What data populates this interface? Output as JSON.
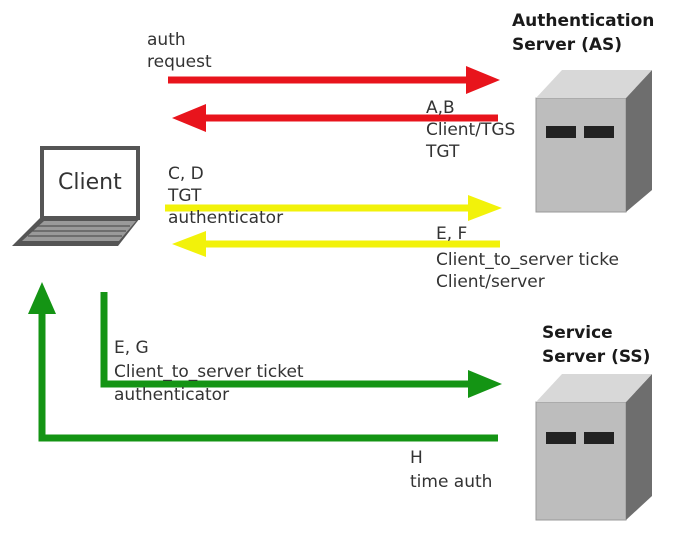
{
  "servers": {
    "as": {
      "title_line1": "Authentication",
      "title_line2": "Server (AS)"
    },
    "ss": {
      "title_line1": "Service",
      "title_line2": "Server (SS)"
    }
  },
  "client": {
    "label": "Client"
  },
  "messages": {
    "auth_request": {
      "line1": "auth",
      "line2": "request"
    },
    "ab": {
      "line1": "A,B",
      "line2": "Client/TGS",
      "line3": "TGT"
    },
    "cd": {
      "line1": "C, D",
      "line2": "TGT",
      "line3": "authenticator"
    },
    "ef": {
      "line1": "E, F",
      "line2": "Client_to_server ticke",
      "line3": "Client/server"
    },
    "eg": {
      "line1": "E, G",
      "line2": "Client_to_server ticket",
      "line3": "authenticator"
    },
    "h": {
      "line1": "H",
      "line2": "time auth"
    }
  },
  "colors": {
    "red": "#e8141c",
    "yellow": "#f2f20a",
    "green": "#149414",
    "server_front": "#bdbdbd",
    "server_side": "#6e6e6e",
    "server_top": "#d8d8d8"
  },
  "icons": {
    "client": "laptop-icon",
    "as": "server-tower-icon",
    "ss": "server-tower-icon"
  }
}
